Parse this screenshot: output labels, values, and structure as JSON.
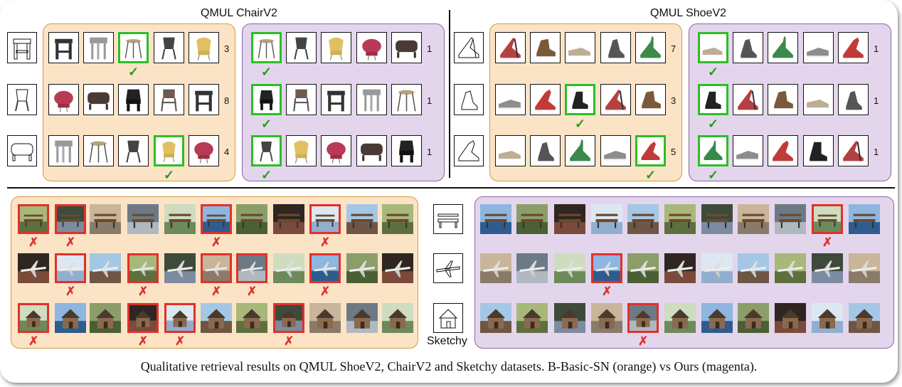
{
  "titles": {
    "chair": "QMUL ChairV2",
    "shoe": "QMUL ShoeV2"
  },
  "chair_ranks": {
    "baseline": [
      "3",
      "8",
      "4"
    ],
    "ours": [
      "1",
      "1",
      "1"
    ]
  },
  "shoe_ranks": {
    "baseline": [
      "7",
      "3",
      "5"
    ],
    "ours": [
      "1",
      "1",
      "1"
    ]
  },
  "sketchy_label": "Sketchy",
  "marks": {
    "correct": "✓",
    "wrong": "✗"
  },
  "caption": "Qualitative retrieval results on QMUL ShoeV2, ChairV2 and Sketchy datasets. B-Basic-SN (orange) vs Ours (magenta).",
  "colors": {
    "baseline_panel": "#fbe3c6",
    "baseline_border": "#d49b3c",
    "ours_panel": "#e3d6ec",
    "ours_border": "#8667a4",
    "correct": "#2bbf25",
    "wrong": "#e0312b"
  },
  "grids": {
    "chair_baseline_correct": [
      2,
      -1,
      3
    ],
    "chair_ours_correct": [
      0,
      0,
      0
    ],
    "shoe_baseline_correct": [
      -1,
      2,
      4
    ],
    "shoe_ours_correct": [
      0,
      0,
      0
    ],
    "sketchy_baseline_wrong": [
      [
        0,
        1,
        5,
        8
      ],
      [
        1,
        3,
        5,
        6,
        8
      ],
      [
        0,
        3,
        4,
        7
      ]
    ],
    "sketchy_ours_wrong": [
      [
        9
      ],
      [
        3
      ],
      [
        4
      ]
    ]
  }
}
